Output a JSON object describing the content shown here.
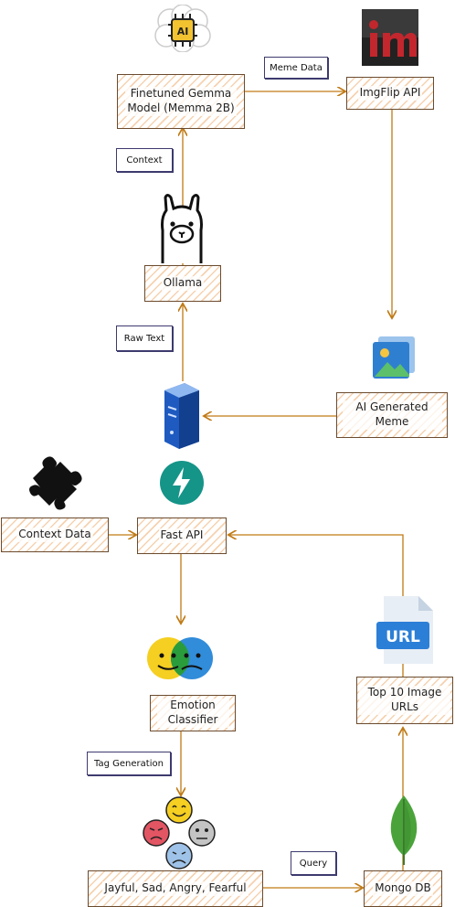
{
  "nodes": {
    "gemma": "Finetuned Gemma Model (Memma 2B)",
    "imgflip": "ImgFlip API",
    "ollama": "Ollama",
    "ai_meme": "AI Generated Meme",
    "context_data": "Context Data",
    "fast_api": "Fast API",
    "emotion": "Emotion Classifier",
    "top10": "Top 10 Image URLs",
    "jayful": "Jayful, Sad, Angry, Fearful",
    "mongo": "Mongo DB"
  },
  "edges": {
    "meme_data": "Meme Data",
    "context": "Context",
    "raw_text": "Raw Text",
    "tag_generation": "Tag Generation",
    "query": "Query"
  },
  "icons": {
    "ai_chip": "AI",
    "url_doc": "URL",
    "colors": {
      "arrow": "#c07a14",
      "box_border": "#6b4b2e",
      "box_hatch": "#f6d2b0",
      "fastapi_teal": "#159488",
      "imgflip_red": "#c1272d",
      "mongo_green": "#4aa33a"
    }
  }
}
